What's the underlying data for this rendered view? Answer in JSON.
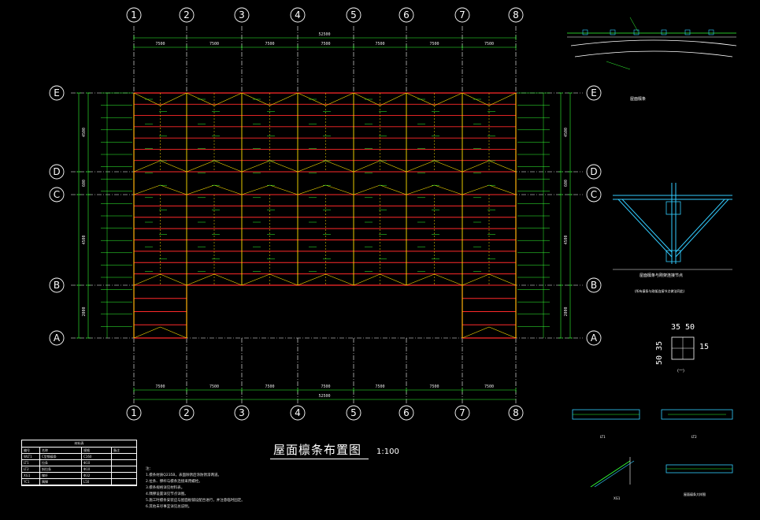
{
  "drawing": {
    "title": "屋面檩条布置图",
    "scale": "1:100",
    "background_color": "#000000",
    "colors": {
      "purlin": "#ff2a2a",
      "grid_line": "#ffffff",
      "bracing": "#ffe000",
      "dimension": "#33ff33",
      "detail": "#33ccff",
      "bubble": "#ffffff"
    }
  },
  "grid": {
    "x_axes": [
      "1",
      "2",
      "3",
      "4",
      "5",
      "6",
      "7",
      "8"
    ],
    "y_axes": [
      "E",
      "D",
      "C",
      "B",
      "A"
    ],
    "x_spacings": [
      "7500",
      "7500",
      "7500",
      "7500",
      "7500",
      "7500",
      "7500"
    ],
    "x_total": "52500",
    "y_spacings": [
      "4500",
      "600",
      "4500",
      "2000"
    ]
  },
  "details": {
    "detail_1_label": "屋面檩条",
    "detail_2_label": "屋面檩条与刚架连接节点",
    "detail_2_note": "(所有檩条与刚架连接节点做法同此)",
    "detail_3_dims": [
      "35",
      "50",
      "15",
      "50",
      "35"
    ],
    "detail_3_label": "(一)",
    "bottom_labels": [
      "LT1",
      "LT2",
      "XG1",
      "屋面檩条大样图"
    ]
  },
  "legend": {
    "title": "材料表",
    "headers": [
      "编号",
      "名称",
      "规格",
      "备注"
    ],
    "rows": [
      [
        "WLT1",
        "C型钢檩条",
        "C160",
        ""
      ],
      [
        "LT1",
        "拉条",
        "Φ10",
        ""
      ],
      [
        "LT2",
        "斜拉条",
        "Φ10",
        ""
      ],
      [
        "XG1",
        "撑杆",
        "Φ32",
        ""
      ],
      [
        "YC1",
        "隅撑",
        "L50",
        ""
      ]
    ]
  },
  "notes": {
    "heading": "注：",
    "lines": [
      "1.檩条材质Q235B，表面除锈后涂防锈漆两道。",
      "2.拉条、撑杆与檩条连接采用螺栓。",
      "3.檩条规格详见材料表。",
      "4.隅撑设置详见节点详图。",
      "5.施工时檩条安装应与屋面板铺设配合进行，并注意临时固定。",
      "6.其他未尽事宜详见总说明。"
    ]
  }
}
